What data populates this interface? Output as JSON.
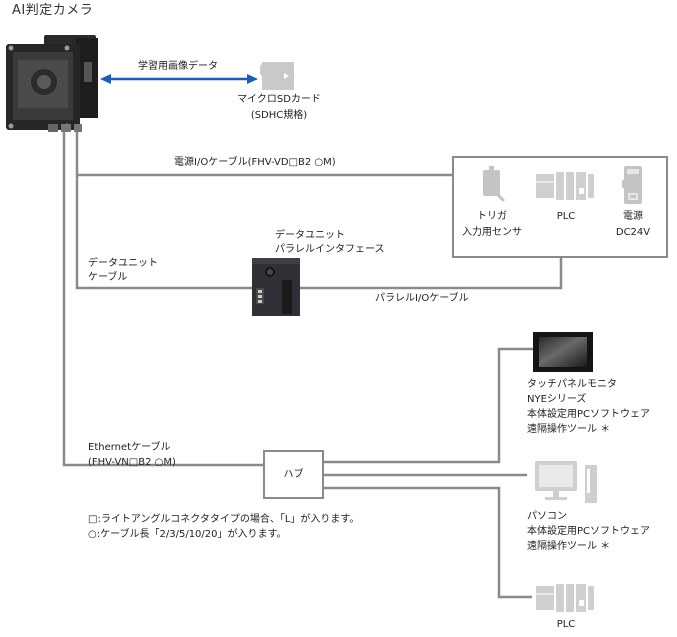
{
  "title": "AI判定カメラ",
  "sd_link": {
    "label": "学習用画像データ",
    "arrow_color": "#1f5fa8",
    "device_line1": "マイクロSDカード",
    "device_line2": "(SDHC規格)"
  },
  "power_io_cable": {
    "label": "電源I/Oケーブル(FHV-VD□B2 ○M)"
  },
  "peripheral_box": {
    "items": [
      {
        "icon": "trigger-sensor-icon",
        "line1": "トリガ",
        "line2": "入力用センサ"
      },
      {
        "icon": "plc-icon",
        "line1": "PLC",
        "line2": ""
      },
      {
        "icon": "power-supply-icon",
        "line1": "電源",
        "line2": "DC24V"
      }
    ]
  },
  "data_unit": {
    "label_line1": "データユニット",
    "label_line2": "パラレルインタフェース",
    "cable_line1": "データユニット",
    "cable_line2": "ケーブル",
    "parallel_cable": "パラレルI/Oケーブル"
  },
  "ethernet": {
    "label_line1": "Ethernetケーブル",
    "label_line2": "(FHV-VN□B2 ○M)",
    "hub": "ハブ"
  },
  "notes": [
    "□:ライトアングルコネクタタイプの場合、「L」が入ります。",
    "○:ケーブル長「2/3/5/10/20」が入ります。"
  ],
  "touch_panel": {
    "lines": [
      "タッチパネルモニタ",
      "NYEシリーズ",
      "本体設定用PCソフトウェア",
      "遠隔操作ツール ＊"
    ]
  },
  "pc": {
    "lines": [
      "パソコン",
      "本体設定用PCソフトウェア",
      "遠隔操作ツール ＊"
    ]
  },
  "plc_bottom": {
    "label": "PLC"
  },
  "colors": {
    "wire": "#8a8a8a",
    "icon_gray": "#c4c4c4"
  }
}
